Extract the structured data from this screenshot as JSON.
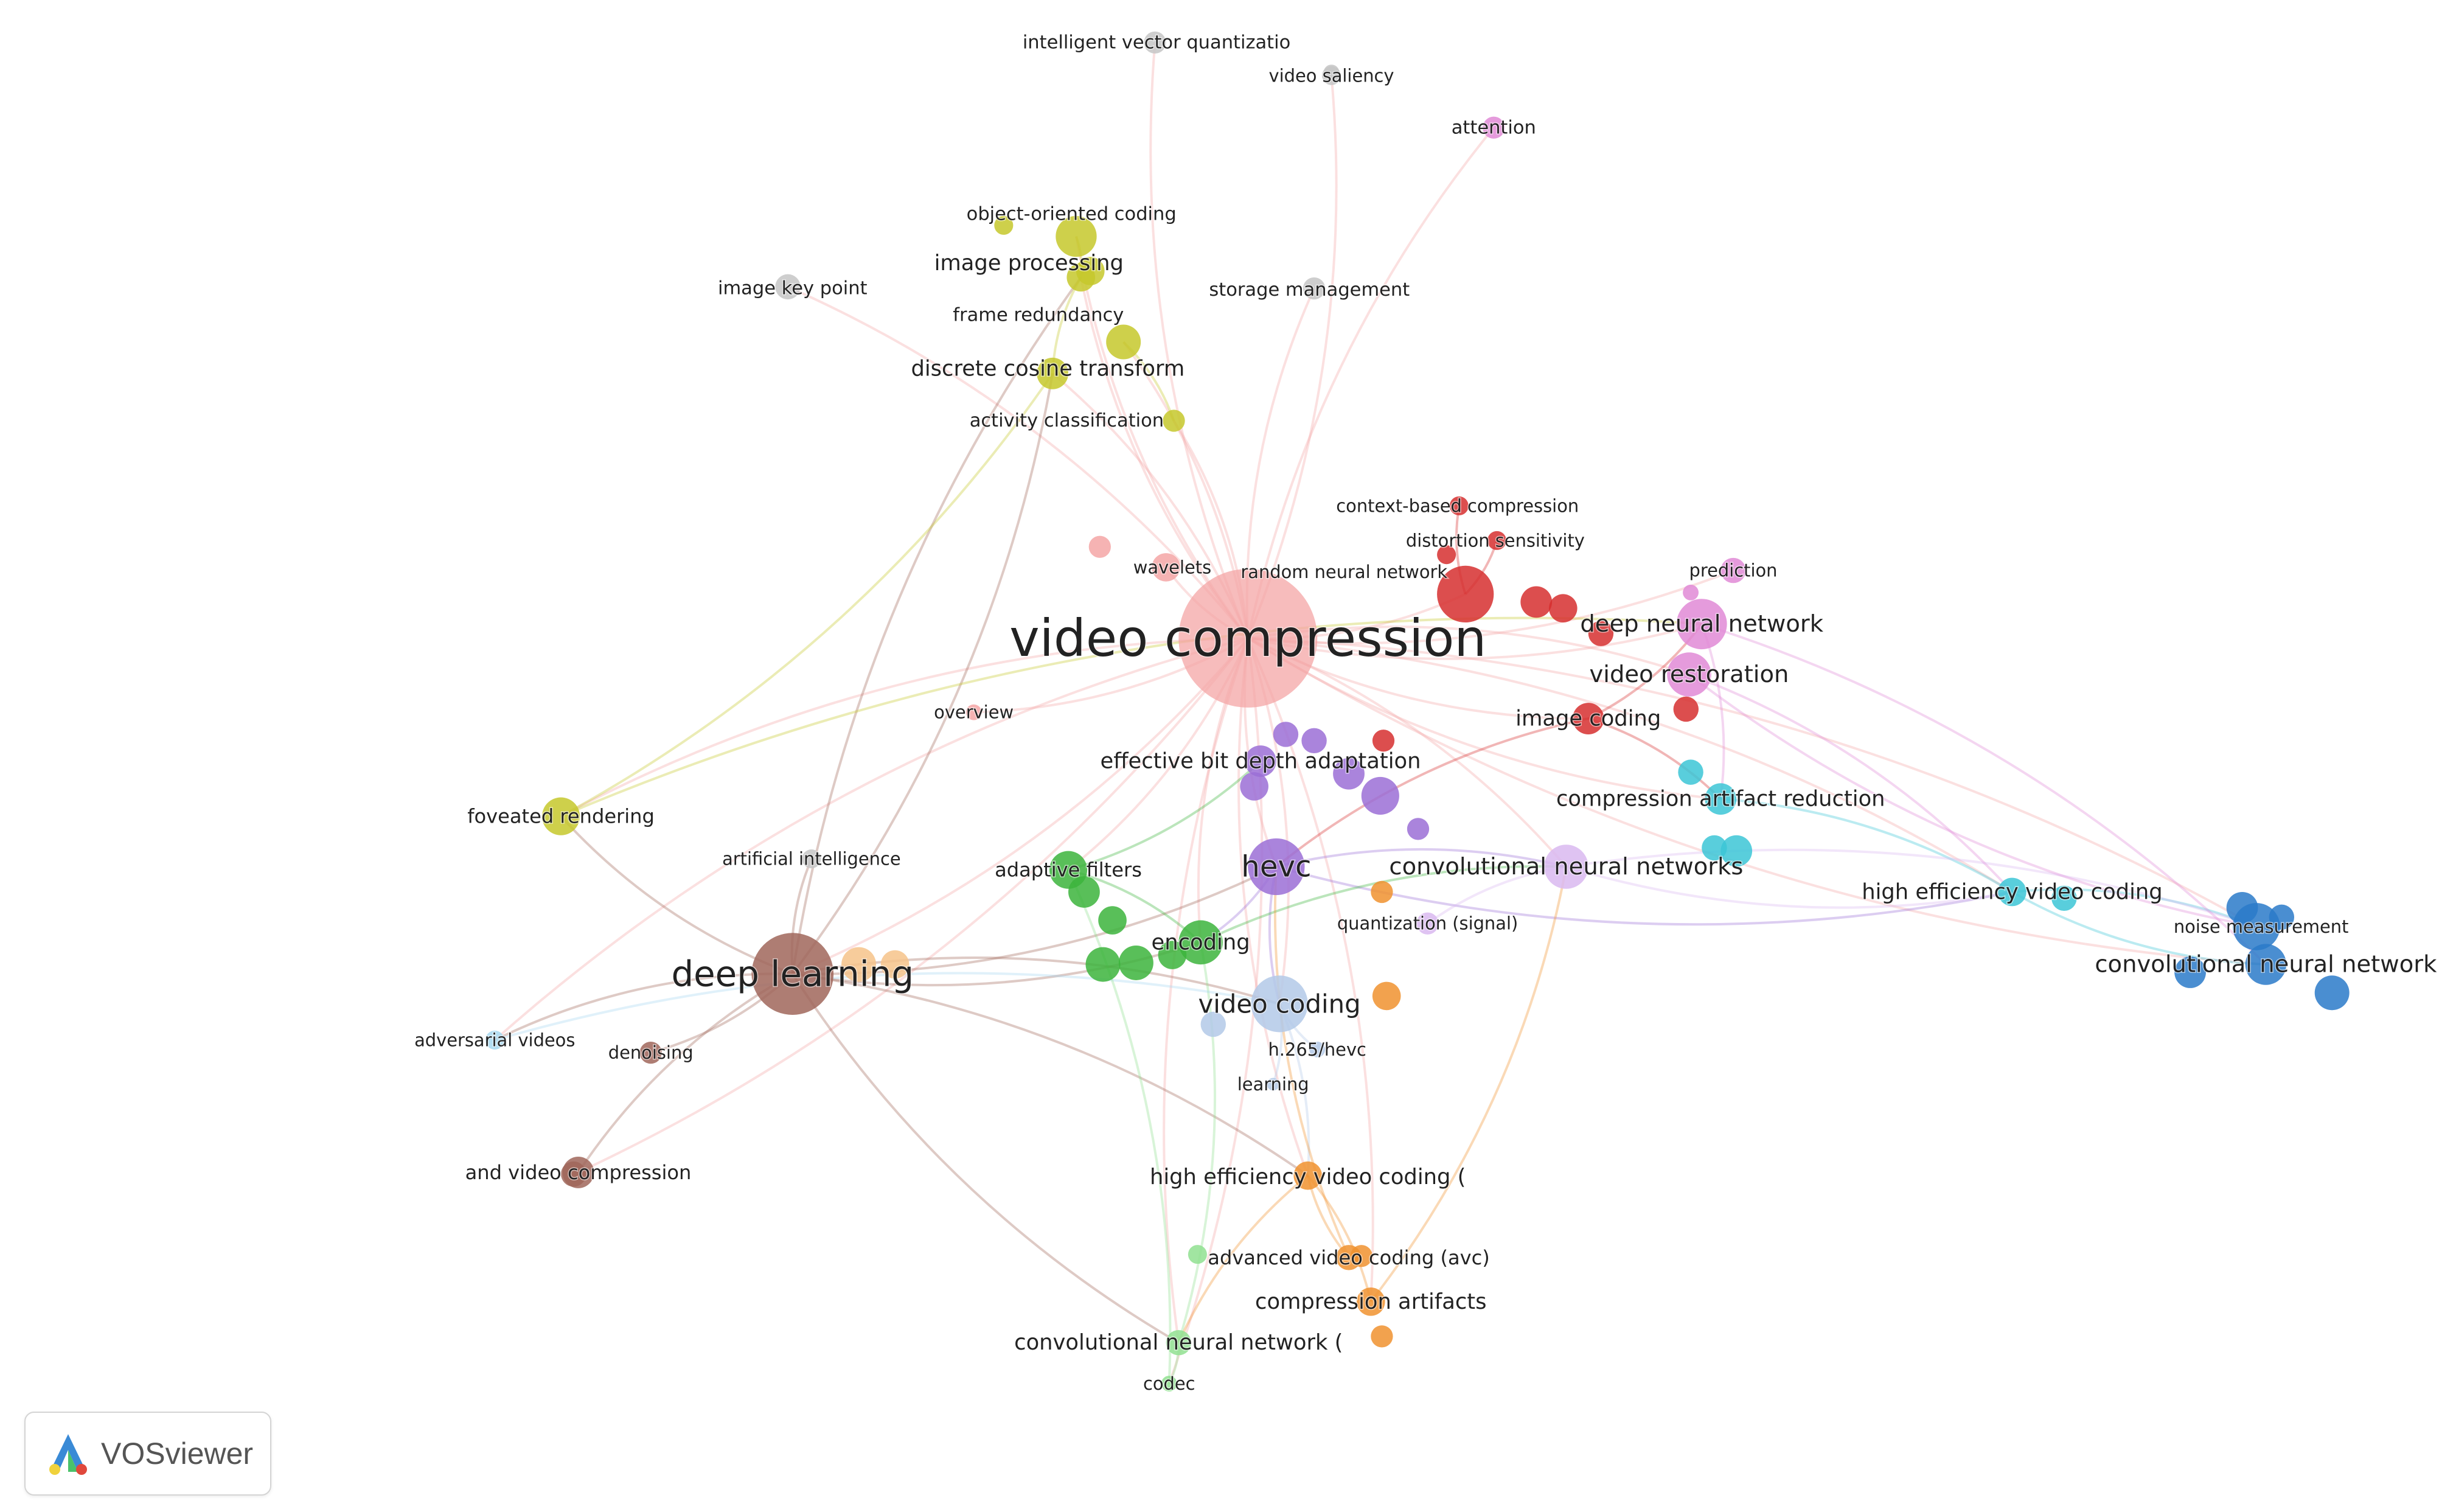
{
  "app": {
    "logo_text": "VOSviewer"
  },
  "colors": {
    "red": "#d62f2f",
    "pink": "#f4a6a6",
    "yellow": "#c5c82b",
    "green": "#3cb43c",
    "purple": "#9b6fd6",
    "lightblue": "#b3c9e8",
    "orange": "#f0922f",
    "brown": "#a0665a",
    "cyan": "#3cc6d6",
    "blue": "#2a7ac9",
    "magenta": "#e08ad6",
    "gray": "#c6c6c6",
    "peach": "#f6c38a",
    "lightgreen": "#90e090",
    "lightpurple": "#d9b8f0",
    "skyblue": "#a6d8f0"
  },
  "nodes": [
    {
      "label": "video compression",
      "cluster": "pink",
      "size": "xl"
    },
    {
      "label": "deep learning",
      "cluster": "brown",
      "size": "l"
    },
    {
      "label": "hevc",
      "cluster": "purple",
      "size": "m"
    },
    {
      "label": "video coding",
      "cluster": "lightblue",
      "size": "m"
    },
    {
      "label": "deep neural network",
      "cluster": "magenta",
      "size": "m"
    },
    {
      "label": "video restoration",
      "cluster": "magenta",
      "size": "m"
    },
    {
      "label": "image coding",
      "cluster": "red",
      "size": "s"
    },
    {
      "label": "convolutional neural networks",
      "cluster": "lightpurple",
      "size": "m"
    },
    {
      "label": "compression artifact reduction",
      "cluster": "cyan",
      "size": "s"
    },
    {
      "label": "high efficiency video coding",
      "cluster": "cyan",
      "size": "s"
    },
    {
      "label": "convolutional neural network",
      "cluster": "blue",
      "size": "m"
    },
    {
      "label": "noise measurement",
      "cluster": "blue",
      "size": "m"
    },
    {
      "label": "effective bit depth adaptation",
      "cluster": "purple",
      "size": "s"
    },
    {
      "label": "encoding",
      "cluster": "green",
      "size": "m"
    },
    {
      "label": "adaptive filters",
      "cluster": "green",
      "size": "m"
    },
    {
      "label": "high efficiency video coding (",
      "cluster": "orange",
      "size": "s"
    },
    {
      "label": "advanced video coding (avc)",
      "cluster": "orange",
      "size": "s"
    },
    {
      "label": "compression artifacts",
      "cluster": "orange",
      "size": "s"
    },
    {
      "label": "convolutional neural network (",
      "cluster": "lightgreen",
      "size": "s"
    },
    {
      "label": "codec",
      "cluster": "lightgreen",
      "size": "xs"
    },
    {
      "label": "foveated rendering",
      "cluster": "yellow",
      "size": "s"
    },
    {
      "label": "artificial intelligence",
      "cluster": "gray",
      "size": "xs"
    },
    {
      "label": "adversarial videos",
      "cluster": "skyblue",
      "size": "xs"
    },
    {
      "label": "denoising",
      "cluster": "brown",
      "size": "xs"
    },
    {
      "label": "and video compression",
      "cluster": "brown",
      "size": "s"
    },
    {
      "label": "overview",
      "cluster": "pink",
      "size": "xs"
    },
    {
      "label": "wavelets",
      "cluster": "pink",
      "size": "s"
    },
    {
      "label": "random neural network",
      "cluster": "red",
      "size": "s"
    },
    {
      "label": "context-based compression",
      "cluster": "red",
      "size": "xs"
    },
    {
      "label": "distortion sensitivity",
      "cluster": "red",
      "size": "xs"
    },
    {
      "label": "prediction",
      "cluster": "magenta",
      "size": "xs"
    },
    {
      "label": "attention",
      "cluster": "magenta",
      "size": "xs"
    },
    {
      "label": "video saliency",
      "cluster": "gray",
      "size": "xs"
    },
    {
      "label": "intelligent vector quantizatio",
      "cluster": "gray",
      "size": "xs"
    },
    {
      "label": "storage management",
      "cluster": "gray",
      "size": "xs"
    },
    {
      "label": "image key point",
      "cluster": "gray",
      "size": "xs"
    },
    {
      "label": "object-oriented coding",
      "cluster": "yellow",
      "size": "s"
    },
    {
      "label": "image processing",
      "cluster": "yellow",
      "size": "s"
    },
    {
      "label": "frame redundancy",
      "cluster": "yellow",
      "size": "s"
    },
    {
      "label": "discrete cosine transform",
      "cluster": "yellow",
      "size": "s"
    },
    {
      "label": "activity classification",
      "cluster": "yellow",
      "size": "xs"
    },
    {
      "label": "quantization (signal)",
      "cluster": "lightpurple",
      "size": "xs"
    },
    {
      "label": "h.265/hevc",
      "cluster": "lightblue",
      "size": "xs"
    },
    {
      "label": "learning",
      "cluster": "lightblue",
      "size": "xs"
    }
  ]
}
